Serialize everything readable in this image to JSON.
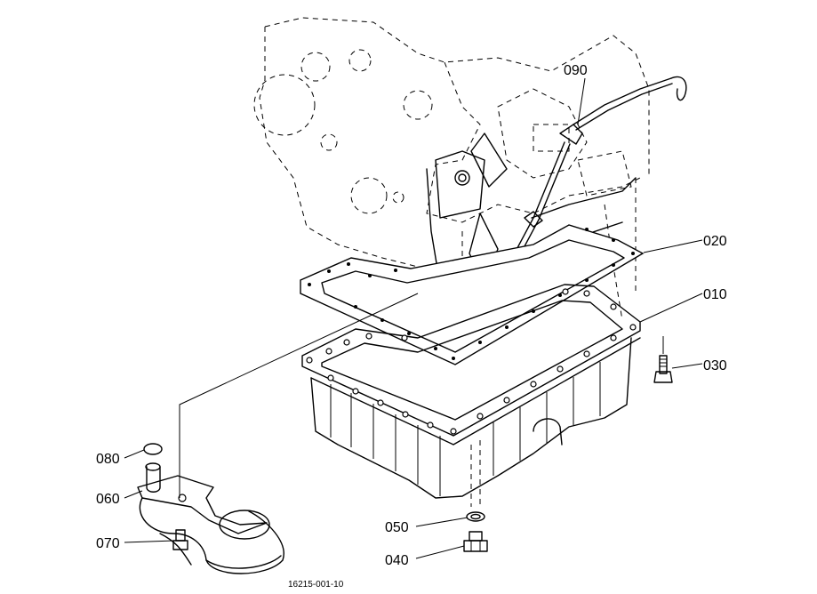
{
  "labels": {
    "p010": "010",
    "p020": "020",
    "p030": "030",
    "p040": "040",
    "p050": "050",
    "p060": "060",
    "p070": "070",
    "p080": "080",
    "p090": "090"
  },
  "drawing_number": "16215-001-10"
}
